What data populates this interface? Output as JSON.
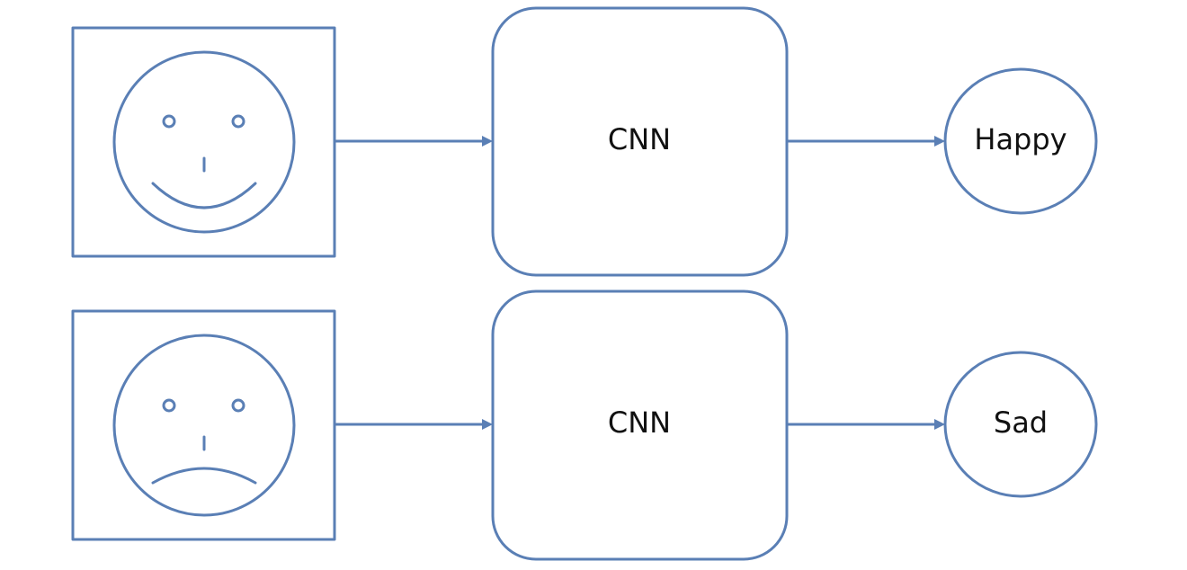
{
  "colors": {
    "stroke": "#5a7fb5",
    "text": "#111111",
    "background": "#ffffff"
  },
  "rows": [
    {
      "input_icon": "smiley-face-icon",
      "model_label": "CNN",
      "output_label": "Happy"
    },
    {
      "input_icon": "sad-face-icon",
      "model_label": "CNN",
      "output_label": "Sad"
    }
  ]
}
